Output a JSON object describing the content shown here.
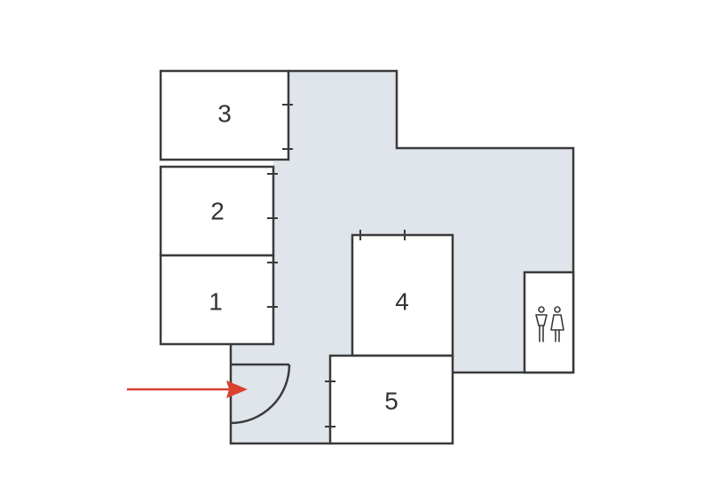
{
  "floor_plan": {
    "rooms": [
      {
        "id": "room-1",
        "label": "1"
      },
      {
        "id": "room-2",
        "label": "2"
      },
      {
        "id": "room-3",
        "label": "3"
      },
      {
        "id": "room-4",
        "label": "4"
      },
      {
        "id": "room-5",
        "label": "5"
      }
    ],
    "restroom": {
      "icon": "restroom-icon"
    },
    "entrance": {
      "icon": "entrance-arrow-icon",
      "color": "#d9412e"
    },
    "colors": {
      "corridor": "#dfe5ea",
      "walls": "#3a3a3a",
      "rooms": "#ffffff"
    }
  }
}
